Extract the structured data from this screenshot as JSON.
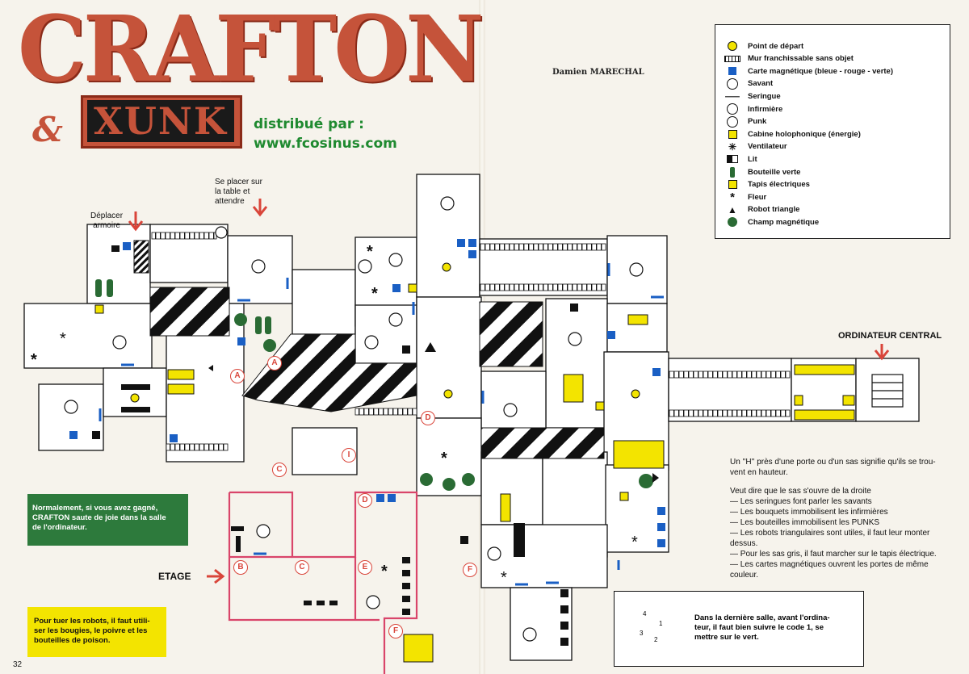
{
  "logo": {
    "title": "CRAFTON",
    "amp": "&",
    "subtitle": "XUNK"
  },
  "distribution": {
    "line1": "distribué par :",
    "line2": "www.fcosinus.com"
  },
  "author": "Damien MARECHAL",
  "legend": {
    "items": [
      {
        "icon": "start-point-icon",
        "label": "Point de départ"
      },
      {
        "icon": "crossable-wall-icon",
        "label": "Mur franchissable sans objet"
      },
      {
        "icon": "magnetic-card-icon",
        "label": "Carte magnétique (bleue - rouge - verte)"
      },
      {
        "icon": "scientist-icon",
        "label": "Savant"
      },
      {
        "icon": "syringe-icon",
        "label": "Seringue"
      },
      {
        "icon": "nurse-icon",
        "label": "Infirmière"
      },
      {
        "icon": "punk-icon",
        "label": "Punk"
      },
      {
        "icon": "holophonic-cabin-icon",
        "label": "Cabine holophonique (énergie)"
      },
      {
        "icon": "fan-icon",
        "label": "Ventilateur"
      },
      {
        "icon": "bed-icon",
        "label": "Lit"
      },
      {
        "icon": "green-bottle-icon",
        "label": "Bouteille verte"
      },
      {
        "icon": "electric-carpet-icon",
        "label": "Tapis électriques"
      },
      {
        "icon": "flower-icon",
        "label": "Fleur"
      },
      {
        "icon": "triangle-robot-icon",
        "label": "Robot triangle"
      },
      {
        "icon": "magnetic-field-icon",
        "label": "Champ magnétique"
      }
    ]
  },
  "annotations": {
    "move_wardrobe": [
      "Déplacer",
      "armoire"
    ],
    "table_hint": [
      "Se placer sur",
      "la table et",
      "attendre"
    ],
    "central_computer": "ORDINATEUR CENTRAL",
    "floor": "ETAGE"
  },
  "room_markers": [
    "A",
    "A",
    "B",
    "C",
    "C",
    "D",
    "D",
    "E",
    "F",
    "F",
    "I"
  ],
  "notes": {
    "h_note": [
      "Un ''H'' près d'une porte ou d'un sas signifie qu'ils se trou-",
      "vent en hauteur."
    ],
    "rules": [
      "Veut dire que le sas s'ouvre de la droite",
      "— Les seringues font parler les savants",
      "— Les bouquets immobilisent les infirmières",
      "— Les bouteilles immobilisent les PUNKS",
      "— Les robots triangulaires sont utiles, il faut leur monter",
      "dessus.",
      "— Pour les sas gris, il faut marcher sur le tapis électrique.",
      "— Les cartes magnétiques ouvrent les portes de même",
      "couleur."
    ]
  },
  "win_note": [
    "Normalement, si vous avez gagné,",
    "CRAFTON saute de joie dans la salle",
    "de l'ordinateur."
  ],
  "robots_note": [
    "Pour tuer les robots, il faut utili-",
    "ser les bougies, le poivre et les",
    "bouteilles de poison."
  ],
  "code_note": [
    "Dans la dernière salle, avant l'ordina-",
    "teur, il faut bien suivre le code 1, se",
    "mettre sur le vert."
  ],
  "code_digits": [
    "1",
    "2",
    "3",
    "4"
  ],
  "page_number": "32",
  "colors": {
    "brand_red": "#c5533a",
    "green": "#2d7a3c",
    "magnet_green": "#2a6b34",
    "card_blue": "#1a5fc4",
    "floor_pink": "#d9456a",
    "marker_red": "#d9453a",
    "yellow": "#f3e400"
  }
}
